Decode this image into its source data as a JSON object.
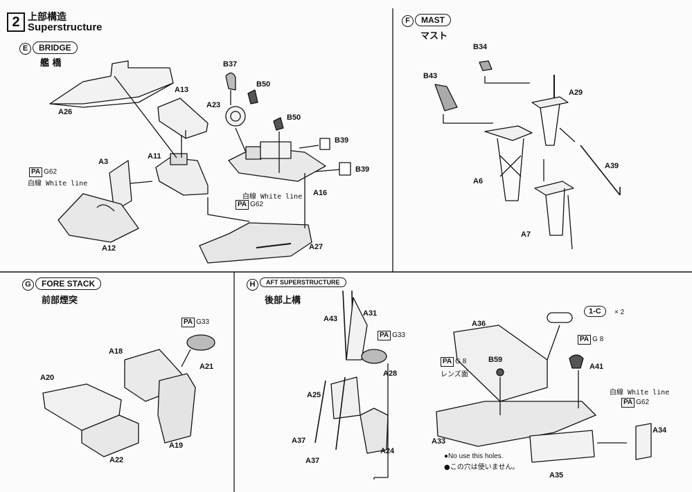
{
  "step": {
    "number": "2",
    "title_jp": "上部構造",
    "title_en": "Superstructure"
  },
  "sections": {
    "bridge": {
      "letter": "E",
      "name_en": "BRIDGE",
      "name_jp": "艦 橋"
    },
    "mast": {
      "letter": "F",
      "name_en": "MAST",
      "name_jp": "マスト"
    },
    "fore_stack": {
      "letter": "G",
      "name_en": "FORE STACK",
      "name_jp": "前部煙突"
    },
    "aft": {
      "letter": "H",
      "name_en": "AFT SUPERSTRUCTURE",
      "name_jp": "後部上構"
    }
  },
  "paint": {
    "pa": "PA",
    "g62": "G62",
    "g33": "G33",
    "g8": "G 8",
    "white_line": "白線 White line",
    "lens": "レンズ面"
  },
  "callout": {
    "ref": "1-C",
    "qty": "× 2"
  },
  "notes": {
    "en": "●No use this holes.",
    "jp": "●この穴は使いません。"
  },
  "parts": {
    "bridge": [
      "A26",
      "A13",
      "B37",
      "B50",
      "A23",
      "B50",
      "A11",
      "B39",
      "A3",
      "B39",
      "A16",
      "A12",
      "A27"
    ],
    "mast": [
      "B34",
      "B43",
      "A29",
      "A39",
      "A6",
      "A7"
    ],
    "fore_stack": [
      "A18",
      "A21",
      "A20",
      "A19",
      "A22"
    ],
    "aft": [
      "A31",
      "A43",
      "A28",
      "A25",
      "A37",
      "A37",
      "A24",
      "A36",
      "B59",
      "A41",
      "A33",
      "A34",
      "A35"
    ]
  }
}
